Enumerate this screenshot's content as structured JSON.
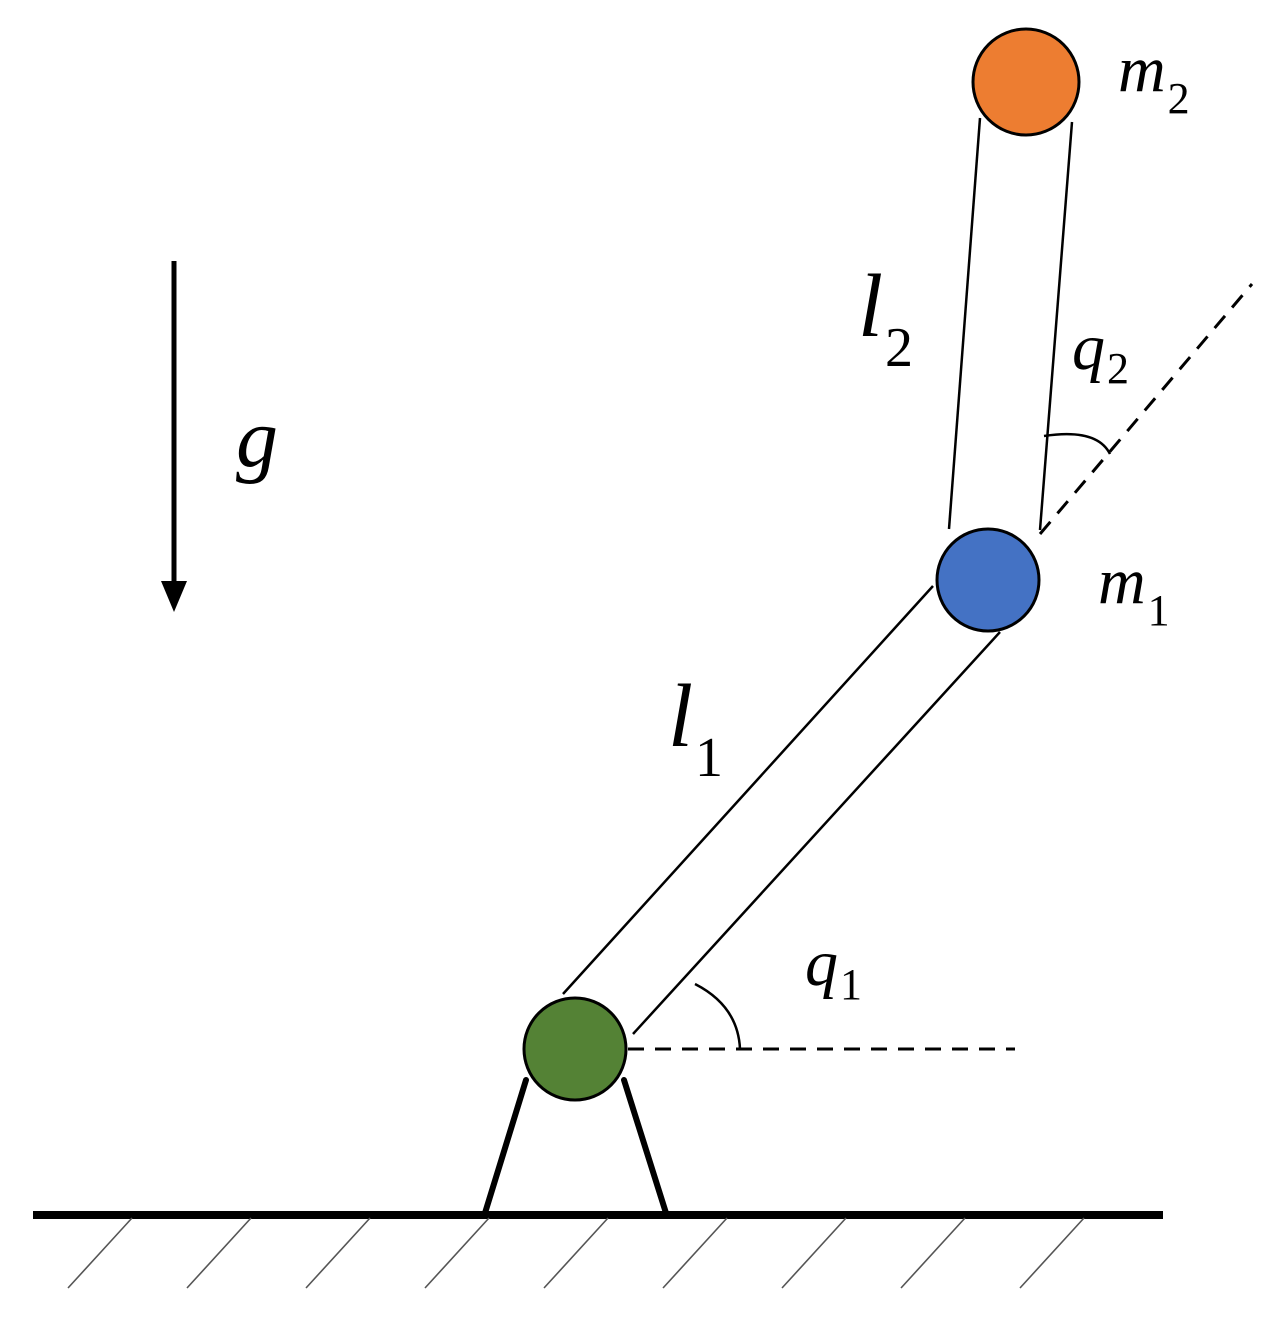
{
  "labels": {
    "gravity": "g",
    "link1": {
      "main": "l",
      "sub": "1"
    },
    "link2": {
      "main": "l",
      "sub": "2"
    },
    "mass1": {
      "main": "m",
      "sub": "1"
    },
    "mass2": {
      "main": "m",
      "sub": "2"
    },
    "angle1": {
      "main": "q",
      "sub": "1"
    },
    "angle2": {
      "main": "q",
      "sub": "2"
    }
  },
  "colors": {
    "base_joint": "#548235",
    "mass1": "#4472C4",
    "mass2": "#ED7D31",
    "line": "#000000"
  }
}
